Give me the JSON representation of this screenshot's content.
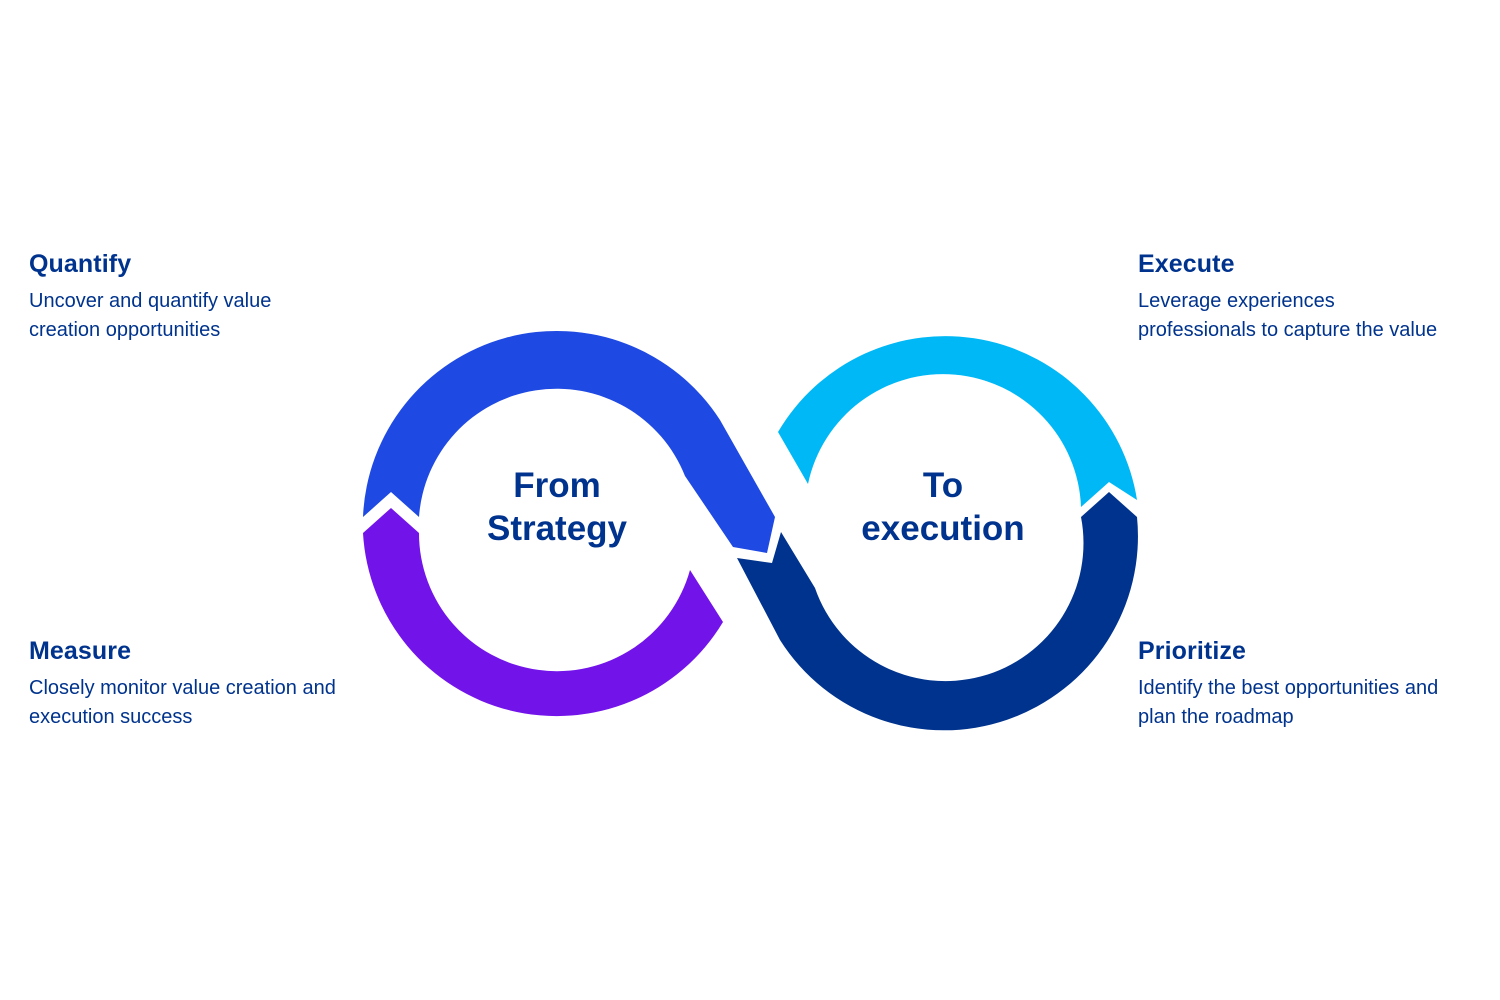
{
  "steps": {
    "quantify": {
      "title": "Quantify",
      "desc_line1": "Uncover and quantify value",
      "desc_line2": "creation opportunities",
      "color": "#1E49E2"
    },
    "execute": {
      "title": "Execute",
      "desc_line1": "Leverage experiences",
      "desc_line2": "professionals to capture the value",
      "color": "#00B8F5"
    },
    "measure": {
      "title": "Measure",
      "desc_line1": "Closely monitor value creation and",
      "desc_line2": "execution success",
      "color": "#7213EA"
    },
    "prioritize": {
      "title": "Prioritize",
      "desc_line1": "Identify the best opportunities and",
      "desc_line2": "plan the roadmap",
      "color": "#00338D"
    }
  },
  "center": {
    "left_line1": "From",
    "left_line2": "Strategy",
    "right_line1": "To",
    "right_line2": "execution"
  },
  "text_color": "#00338D"
}
